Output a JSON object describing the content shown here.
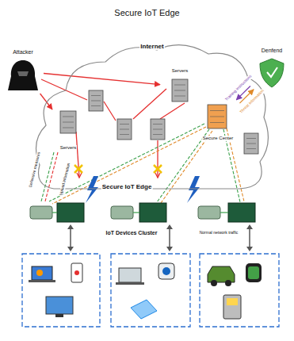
{
  "diagram": {
    "title": "Secure IoT Edge",
    "nodes": [
      {
        "text": [
          "Attacker"
        ]
      },
      {
        "text": [
          "Internet"
        ]
      },
      {
        "text": [
          "Servers"
        ],
        "in": 1
      },
      {
        "text": [
          "Servers"
        ],
        "in": 1
      },
      {
        "text": [
          "Secure Center"
        ],
        "in": 1
      },
      {
        "text": [
          "Denfend"
        ]
      }
    ],
    "edges": [
      {
        "from": 0,
        "to": 2,
        "arrow": "to"
      },
      {
        "from": 0,
        "to": 3,
        "arrow": "to"
      },
      {
        "from": 4,
        "to": 5,
        "label": "Threat information",
        "arrow": "to"
      },
      {
        "from": 5,
        "to": 4,
        "label": "Training instructions",
        "arrow": "to"
      }
    ],
    "labels": [
      "Defensive measures",
      "Upload information",
      "Secure IoT Edge",
      "IoT Devices Cluster",
      "Normal network traffic"
    ]
  }
}
